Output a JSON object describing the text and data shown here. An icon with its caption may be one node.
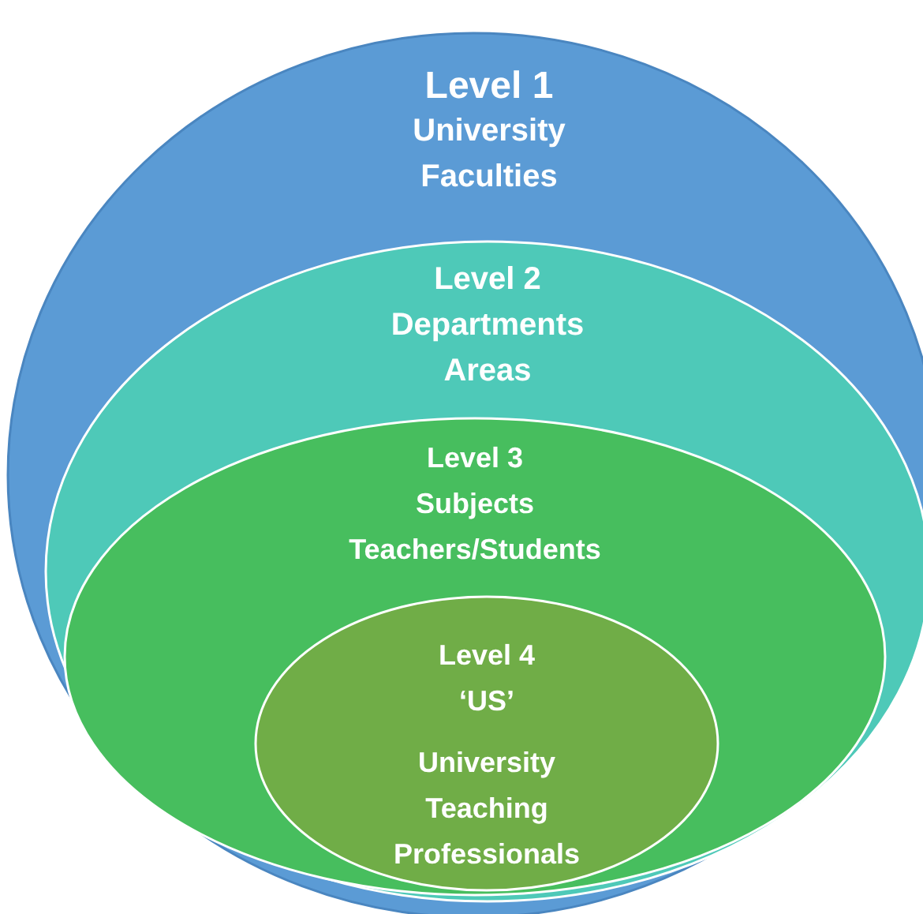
{
  "diagram": {
    "nodes": [
      {
        "text": [
          "Level 1",
          "University Faculties"
        ]
      },
      {
        "text": [
          "Level 2",
          "Departments Areas"
        ],
        "in": 0
      },
      {
        "text": [
          "Level 3",
          "Subjects Teachers/Students"
        ],
        "in": 1
      },
      {
        "text": [
          "Level 4",
          "‘US’",
          "University Teaching Professionals"
        ],
        "in": 2
      }
    ]
  }
}
